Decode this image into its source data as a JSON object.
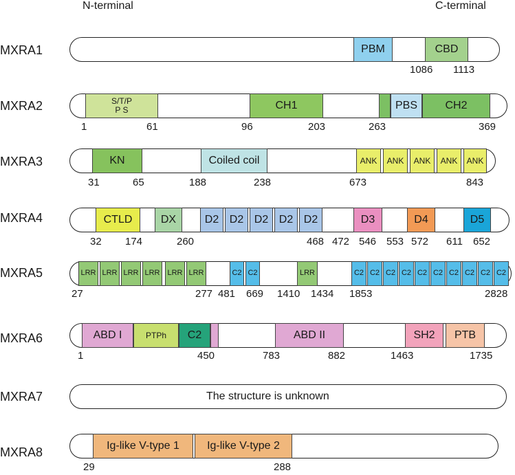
{
  "header": {
    "n_terminal": "N-terminal",
    "c_terminal": "C-terminal"
  },
  "colors": {
    "pbm": "#8fd0ee",
    "cbd": "#a3d18d",
    "stp": "#cfe39a",
    "ch1": "#8ec760",
    "ch2": "#7cc063",
    "pbs": "#bfe0f2",
    "kn": "#86c25d",
    "coiled": "#bfe3e5",
    "ank": "#e9ee6a",
    "ctld": "#e7ec4c",
    "dx": "#a9d5a6",
    "d2": "#a9c6e8",
    "d3": "#ea8fc0",
    "d4": "#f29a55",
    "d5": "#1aa5d8",
    "lrr": "#93c975",
    "c2": "#55bde9",
    "abd": "#e0a8d3",
    "ptph": "#c8df6f",
    "c2b": "#25a37a",
    "sh2": "#f2a3bb",
    "ptb": "#f6c4a7",
    "ig": "#f0b77c"
  },
  "rows": {
    "mxra1": {
      "label": "MXRA1",
      "domains": [
        "PBM",
        "CBD"
      ],
      "numbers": [
        "1086",
        "1113"
      ]
    },
    "mxra2": {
      "label": "MXRA2",
      "domains": [
        "S/T/P\nP S",
        "CH1",
        "",
        "PBS",
        "CH2"
      ],
      "numbers": [
        "1",
        "61",
        "96",
        "203",
        "263",
        "369"
      ]
    },
    "mxra3": {
      "label": "MXRA3",
      "domains": [
        "KN",
        "Coiled coil",
        "ANK",
        "ANK",
        "ANK",
        "ANK",
        "ANK"
      ],
      "numbers": [
        "31",
        "65",
        "188",
        "238",
        "673",
        "843"
      ]
    },
    "mxra4": {
      "label": "MXRA4",
      "domains": [
        "CTLD",
        "DX",
        "D2",
        "D2",
        "D2",
        "D2",
        "D2",
        "D3",
        "D4",
        "D5"
      ],
      "numbers": [
        "32",
        "174",
        "260",
        "468",
        "472",
        "546",
        "553",
        "572",
        "611",
        "652"
      ]
    },
    "mxra5": {
      "label": "MXRA5",
      "domains": [
        "LRR",
        "LRR",
        "LRR",
        "LRR",
        "LRR",
        "LRR",
        "C2",
        "C2",
        "LRR",
        "C2",
        "C2",
        "C2",
        "C2",
        "C2",
        "C2",
        "C2",
        "C2",
        "C2",
        "C2"
      ],
      "numbers": [
        "27",
        "277",
        "481",
        "669",
        "1410",
        "1434",
        "1853",
        "2828"
      ]
    },
    "mxra6": {
      "label": "MXRA6",
      "domains": [
        "ABD I",
        "PTPh",
        "C2",
        "ABD II",
        "SH2",
        "PTB"
      ],
      "numbers": [
        "1",
        "450",
        "783",
        "882",
        "1463",
        "1735"
      ]
    },
    "mxra7": {
      "label": "MXRA7",
      "unknown_text": "The structure is unknown"
    },
    "mxra8": {
      "label": "MXRA8",
      "domains": [
        "Ig-like V-type 1",
        "Ig-like V-type 2"
      ],
      "numbers": [
        "29",
        "288"
      ]
    }
  }
}
